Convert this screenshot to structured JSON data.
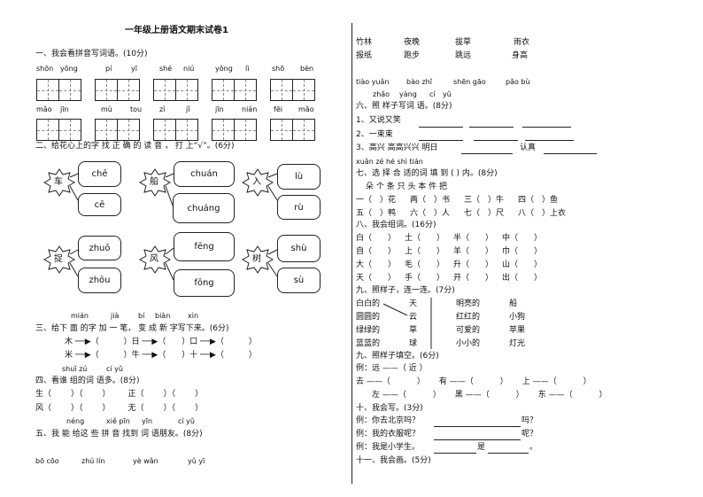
{
  "title": "一年级上册语文期末试卷1",
  "s1": {
    "heading": "一、我会看拼音写词语。(10分)",
    "row1": [
      "shōn",
      "yǒng",
      "pí",
      "yī",
      "shé",
      "niú",
      "yǒng",
      "lì",
      "shō",
      "bèn"
    ],
    "row2": [
      "mǎo",
      "jīn",
      "mù",
      "tou",
      "zì",
      "jǐ",
      "jīn",
      "nián",
      "fēi",
      "mǎo"
    ]
  },
  "s2": {
    "heading": "二、给花心上的字 找 正 确 的 读 音 ， 打 上“√”。(6分)",
    "items": [
      {
        "char": "车",
        "options": [
          "chē",
          "cē"
        ]
      },
      {
        "char": "船",
        "options": [
          "chuán",
          "chuáng"
        ]
      },
      {
        "char": "入",
        "options": [
          "lù",
          "rù"
        ]
      },
      {
        "char": "捉",
        "options": [
          "zhuō",
          "zhōu"
        ]
      },
      {
        "char": "风",
        "options": [
          "fēng",
          "fōng"
        ]
      },
      {
        "char": "树",
        "options": [
          "shù",
          "sù"
        ]
      }
    ]
  },
  "s3": {
    "pinyin": [
      "mián",
      "jià",
      "bí",
      "biàn",
      "xìn"
    ],
    "heading": "三、给下 面 的字 加 一 笔， 变  成   新 字写下来。(6分)",
    "rows": [
      [
        "木 ──▶（",
        "）日 ──▶（",
        "）口 ──▶（",
        "）"
      ],
      [
        "米 ──▶（",
        "）牛 ──▶（",
        "）十 ──▶（",
        "）"
      ]
    ]
  },
  "s4": {
    "pinyin": [
      "shuǐ zú",
      "cí yǔ"
    ],
    "heading": "四、看谁    组的词 语多。(8分)",
    "rows": [
      [
        "生（",
        "）（",
        "）",
        "正（",
        "）（",
        "）"
      ],
      [
        "风（",
        "）（",
        "）",
        "无（",
        "）（",
        "）"
      ]
    ]
  },
  "s5": {
    "pinyin": [
      "néng",
      "xiě pīn",
      "yīn",
      "cí yǔ"
    ],
    "heading": "五、我 能 给这 些   拼   音   找到  词 语朋友。(8分)",
    "words": [
      "bō cōo",
      "zhú lín",
      "yè wǎn",
      "yǔ yī"
    ]
  },
  "r1": {
    "words": [
      "竹林",
      "夜晚",
      "拔草",
      "雨衣",
      "报纸",
      "跑步",
      "跳远",
      "身高"
    ],
    "pinyin_a": [
      "tiào yuǎn",
      "bào zhǐ",
      "shēn gāo",
      "pǎo bù"
    ],
    "pinyin_b": [
      "zhǎo",
      "yàng",
      "cí",
      "yǔ"
    ]
  },
  "s6": {
    "heading": "六、照   样子写词  语。(8分)",
    "items": [
      "1、又说又笑",
      "2、一束束",
      "3、高兴  高高兴兴   明日",
      "认真"
    ]
  },
  "s7": {
    "pinyin": "xuǎn zé hé shì   tián",
    "heading": "七、选 择 合  适的词 填 到 (  ) 内。(8分)",
    "options": "朵     个     条    只    头     本    件    把",
    "row1": [
      "一（　）花",
      "两（　）书",
      "三（　）牛",
      "四（　）鱼"
    ],
    "row2": [
      "五（　）鸭",
      "六（　）人",
      "七（　）尺",
      "八（　）上衣"
    ]
  },
  "s8": {
    "heading": "八、我会组词。(16分)",
    "rows": [
      [
        "白（　　）",
        "土（　　）",
        "半（　　）",
        "中（　　）"
      ],
      [
        "自（　　）",
        "上（　　）",
        "羊（　　）",
        "巾（　　）"
      ],
      [
        "大（　　）",
        "毛（　　）",
        "升（　　）",
        "山（　　）"
      ],
      [
        "天（　　）",
        "手（　　）",
        "开（　　）",
        "出（　　）"
      ]
    ]
  },
  "s9": {
    "heading": "九、照样子，连一连。(7分)",
    "col1": [
      "白白的",
      "圆圆的",
      "绿绿的",
      "蓝蓝的"
    ],
    "col2": [
      "天",
      "云",
      "草",
      "球"
    ],
    "col3": [
      "明亮的",
      "红红的",
      "可爱的",
      "小小的"
    ],
    "col4": [
      "船",
      "小狗",
      "苹果",
      "灯光"
    ]
  },
  "s9b": {
    "heading": "九、照样子填空。(6分)",
    "example": "例：远 ——（  近  ）",
    "row1": [
      "去 ——（",
      "）",
      "有 ——（",
      "）",
      "上 ——（",
      "）"
    ],
    "row2": [
      "左 ——（",
      "）",
      "黑 ——（",
      "）",
      "东 ——（",
      "）"
    ]
  },
  "s10": {
    "heading": "十、我会写。(3分)",
    "lines": [
      "例：你去北京吗？",
      "吗？",
      "例：我的衣服呢？",
      "呢？",
      "例：我是小学生。",
      "是",
      "。"
    ]
  },
  "s11": {
    "heading": "十一、我会画。(5分)"
  }
}
